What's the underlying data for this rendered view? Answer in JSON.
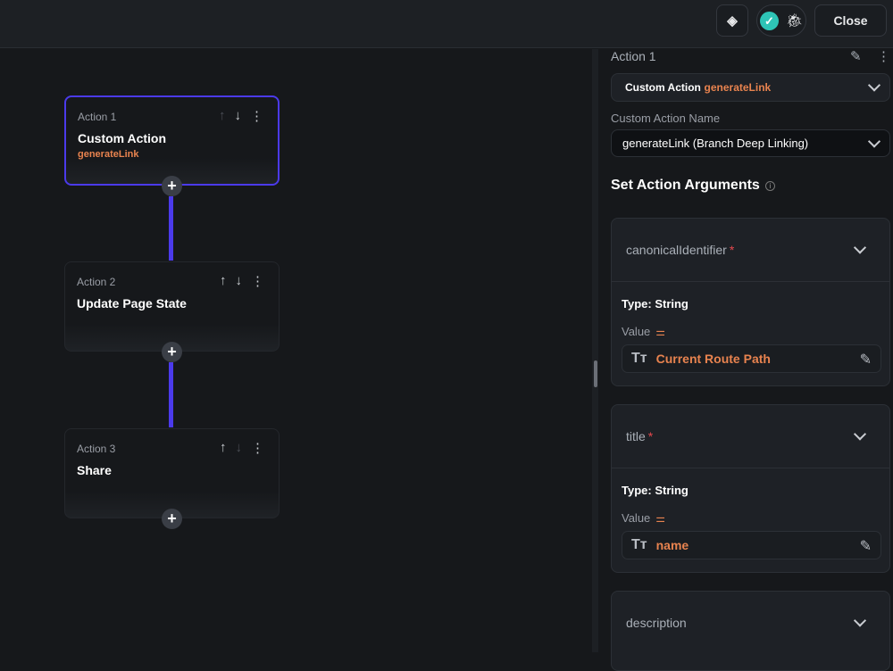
{
  "topbar": {
    "close_label": "Close"
  },
  "canvas": {
    "actions": [
      {
        "label": "Action 1",
        "title": "Custom Action",
        "subtitle": "generateLink"
      },
      {
        "label": "Action 2",
        "title": "Update Page State"
      },
      {
        "label": "Action 3",
        "title": "Share"
      }
    ]
  },
  "panel": {
    "header": "Action 1",
    "action_type": "Custom Action",
    "action_type_name": "generateLink",
    "custom_action_name_label": "Custom Action Name",
    "custom_action_name_value": "generateLink (Branch Deep Linking)",
    "section_title": "Set Action Arguments",
    "arguments": [
      {
        "name": "canonicalIdentifier",
        "type": "Type: String",
        "value_label": "Value",
        "value": "Current Route Path"
      },
      {
        "name": "title",
        "type": "Type: String",
        "value_label": "Value",
        "value": "name"
      },
      {
        "name": "description"
      }
    ]
  },
  "colors": {
    "accent": "#4b3aeb",
    "orange": "#e8834f",
    "required": "#e5484d",
    "success": "#2ec4b6"
  }
}
